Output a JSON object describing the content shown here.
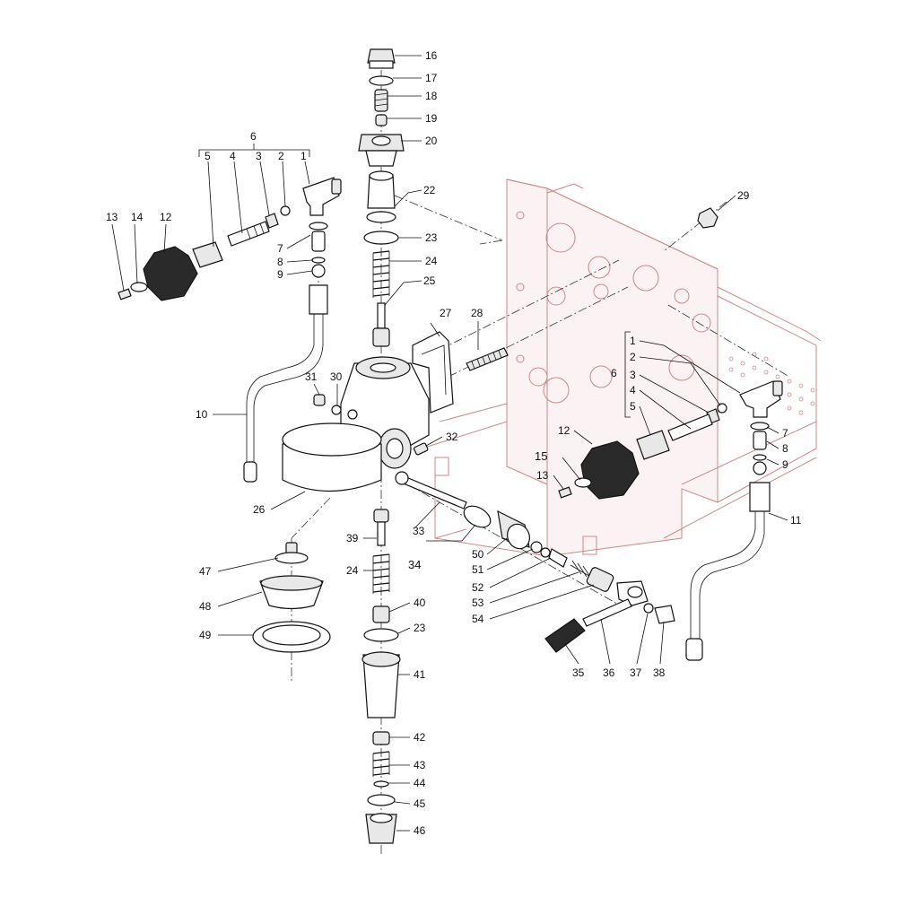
{
  "diagram": {
    "labels": [
      {
        "id": "l16",
        "text": "16"
      },
      {
        "id": "l17",
        "text": "17"
      },
      {
        "id": "l18",
        "text": "18"
      },
      {
        "id": "l19",
        "text": "19"
      },
      {
        "id": "l20",
        "text": "20"
      },
      {
        "id": "l22",
        "text": "22"
      },
      {
        "id": "l23a",
        "text": "23"
      },
      {
        "id": "l24a",
        "text": "24"
      },
      {
        "id": "l25",
        "text": "25"
      },
      {
        "id": "l27",
        "text": "27"
      },
      {
        "id": "l28",
        "text": "28"
      },
      {
        "id": "l29",
        "text": "29"
      },
      {
        "id": "l6a",
        "text": "6"
      },
      {
        "id": "l5a",
        "text": "5"
      },
      {
        "id": "l4a",
        "text": "4"
      },
      {
        "id": "l3a",
        "text": "3"
      },
      {
        "id": "l2a",
        "text": "2"
      },
      {
        "id": "l1a",
        "text": "1"
      },
      {
        "id": "l13a",
        "text": "13"
      },
      {
        "id": "l14",
        "text": "14"
      },
      {
        "id": "l12a",
        "text": "12"
      },
      {
        "id": "l7a",
        "text": "7"
      },
      {
        "id": "l8a",
        "text": "8"
      },
      {
        "id": "l9a",
        "text": "9"
      },
      {
        "id": "l10",
        "text": "10"
      },
      {
        "id": "l31",
        "text": "31"
      },
      {
        "id": "l30",
        "text": "30"
      },
      {
        "id": "l32",
        "text": "32"
      },
      {
        "id": "l26",
        "text": "26"
      },
      {
        "id": "l33",
        "text": "33"
      },
      {
        "id": "l34",
        "text": "34"
      },
      {
        "id": "l39",
        "text": "39"
      },
      {
        "id": "l24b",
        "text": "24"
      },
      {
        "id": "l40",
        "text": "40"
      },
      {
        "id": "l23b",
        "text": "23"
      },
      {
        "id": "l41",
        "text": "41"
      },
      {
        "id": "l42",
        "text": "42"
      },
      {
        "id": "l43",
        "text": "43"
      },
      {
        "id": "l44",
        "text": "44"
      },
      {
        "id": "l45",
        "text": "45"
      },
      {
        "id": "l46",
        "text": "46"
      },
      {
        "id": "l47",
        "text": "47"
      },
      {
        "id": "l48",
        "text": "48"
      },
      {
        "id": "l49",
        "text": "49"
      },
      {
        "id": "l50",
        "text": "50"
      },
      {
        "id": "l51",
        "text": "51"
      },
      {
        "id": "l52",
        "text": "52"
      },
      {
        "id": "l53",
        "text": "53"
      },
      {
        "id": "l54",
        "text": "54"
      },
      {
        "id": "l35",
        "text": "35"
      },
      {
        "id": "l36",
        "text": "36"
      },
      {
        "id": "l37",
        "text": "37"
      },
      {
        "id": "l38",
        "text": "38"
      },
      {
        "id": "l1b",
        "text": "1"
      },
      {
        "id": "l2b",
        "text": "2"
      },
      {
        "id": "l6b",
        "text": "6"
      },
      {
        "id": "l3b",
        "text": "3"
      },
      {
        "id": "l4b",
        "text": "4"
      },
      {
        "id": "l5b",
        "text": "5"
      },
      {
        "id": "l12b",
        "text": "12"
      },
      {
        "id": "l15",
        "text": "15"
      },
      {
        "id": "l13b",
        "text": "13"
      },
      {
        "id": "l7b",
        "text": "7"
      },
      {
        "id": "l8b",
        "text": "8"
      },
      {
        "id": "l9b",
        "text": "9"
      },
      {
        "id": "l11",
        "text": "11"
      }
    ],
    "colors": {
      "ink": "#111111",
      "frame": "#c98a8a",
      "knob": "#2a2a2a"
    }
  }
}
